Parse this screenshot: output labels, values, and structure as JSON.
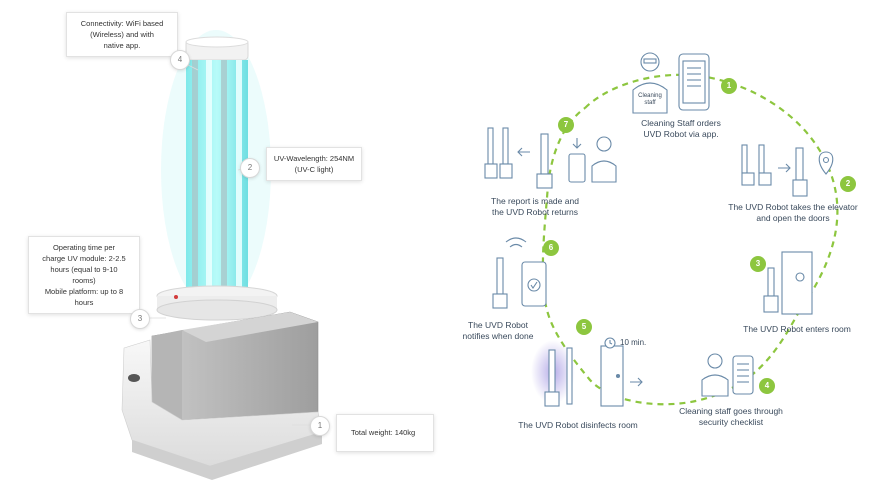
{
  "robot": {
    "callouts": [
      {
        "num": "4",
        "lines": [
          "Connectivity: WiFi based",
          "(Wireless) and with",
          "native app."
        ]
      },
      {
        "num": "2",
        "lines": [
          "UV-Wavelength: 254NM",
          "(UV-C light)"
        ]
      },
      {
        "num": "3",
        "lines": [
          "Operating time per",
          "charge UV module: 2-2.5",
          "hours (equal to 9-10",
          "rooms)",
          "Mobile platform: up to 8",
          "hours"
        ]
      },
      {
        "num": "1",
        "lines": [
          "Total weight: 140kg"
        ]
      }
    ]
  },
  "workflow": {
    "steps": [
      {
        "num": "1",
        "lines": [
          "Cleaning Staff orders",
          "UVD Robot via app."
        ]
      },
      {
        "num": "2",
        "lines": [
          "The UVD Robot takes the elevator",
          "and open the doors"
        ]
      },
      {
        "num": "3",
        "lines": [
          "The UVD Robot enters room"
        ]
      },
      {
        "num": "4",
        "lines": [
          "Cleaning staff goes through",
          "security checklist"
        ]
      },
      {
        "num": "5",
        "lines": [
          "The UVD Robot disinfects room"
        ]
      },
      {
        "num": "6",
        "lines": [
          "The UVD Robot",
          "notifies when done"
        ]
      },
      {
        "num": "7",
        "lines": [
          "The report is made and",
          "the UVD Robot returns"
        ]
      }
    ],
    "staff_badge": [
      "Cleaning",
      "staff"
    ],
    "timer_label": "10 min.",
    "accent_color": "#8dc63f",
    "line_color": "#6a8aa8"
  }
}
